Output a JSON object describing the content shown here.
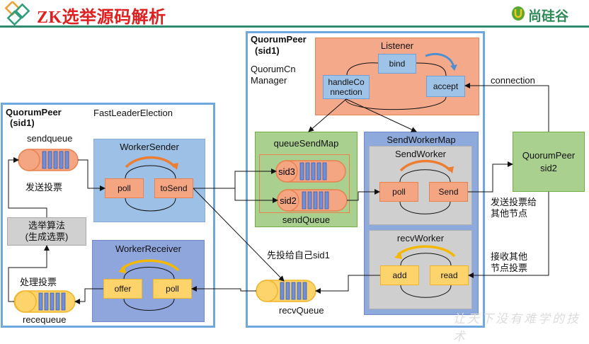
{
  "header": {
    "title": "ZK选举源码解析",
    "logo_text": "尚硅谷",
    "accent_color": "#2e8b6e",
    "title_color": "#e02020"
  },
  "left_peer": {
    "title_line1": "QuorumPeer",
    "title_line2": "(sid1)",
    "subtitle": "FastLeaderElection",
    "sendqueue_label": "sendqueue",
    "send_vote_label": "发送投票",
    "algo_line1": "选举算法",
    "algo_line2": "(生成选票)",
    "process_vote_label": "处理投票",
    "recequeue_label": "recequeue",
    "worker_sender": {
      "title": "WorkerSender",
      "left_box": "poll",
      "right_box": "toSend"
    },
    "worker_receiver": {
      "title": "WorkerReceiver",
      "left_box": "offer",
      "right_box": "poll"
    }
  },
  "center_peer": {
    "title_line1": "QuorumPeer",
    "title_line2": "(sid1)",
    "manager_line1": "QuorumCn",
    "manager_line2": "Manager",
    "listener": {
      "title": "Listener",
      "bind": "bind",
      "handle_line1": "handleCo",
      "handle_line2": "nnection",
      "accept": "accept"
    },
    "queue_send_map": {
      "title": "queueSendMap",
      "sid3": "sid3",
      "sid2": "sid2",
      "footer": "sendQueue"
    },
    "send_worker_map": {
      "title": "SendWorkerMap",
      "send_worker": {
        "title": "SendWorker",
        "left_box": "poll",
        "right_box": "Send"
      },
      "recv_worker": {
        "title": "recvWorker",
        "left_box": "add",
        "right_box": "read"
      }
    },
    "self_vote_label": "先投给自己sid1",
    "recvqueue_label": "recvQueue"
  },
  "right_peer": {
    "line1": "QuorumPeer",
    "line2": "sid2",
    "connection_label": "connection",
    "send_to_others_line1": "发送投票给",
    "send_to_others_line2": "其他节点",
    "receive_line1": "接收其他",
    "receive_line2": "节点投票"
  },
  "watermark": "让天下没有难学的技术"
}
